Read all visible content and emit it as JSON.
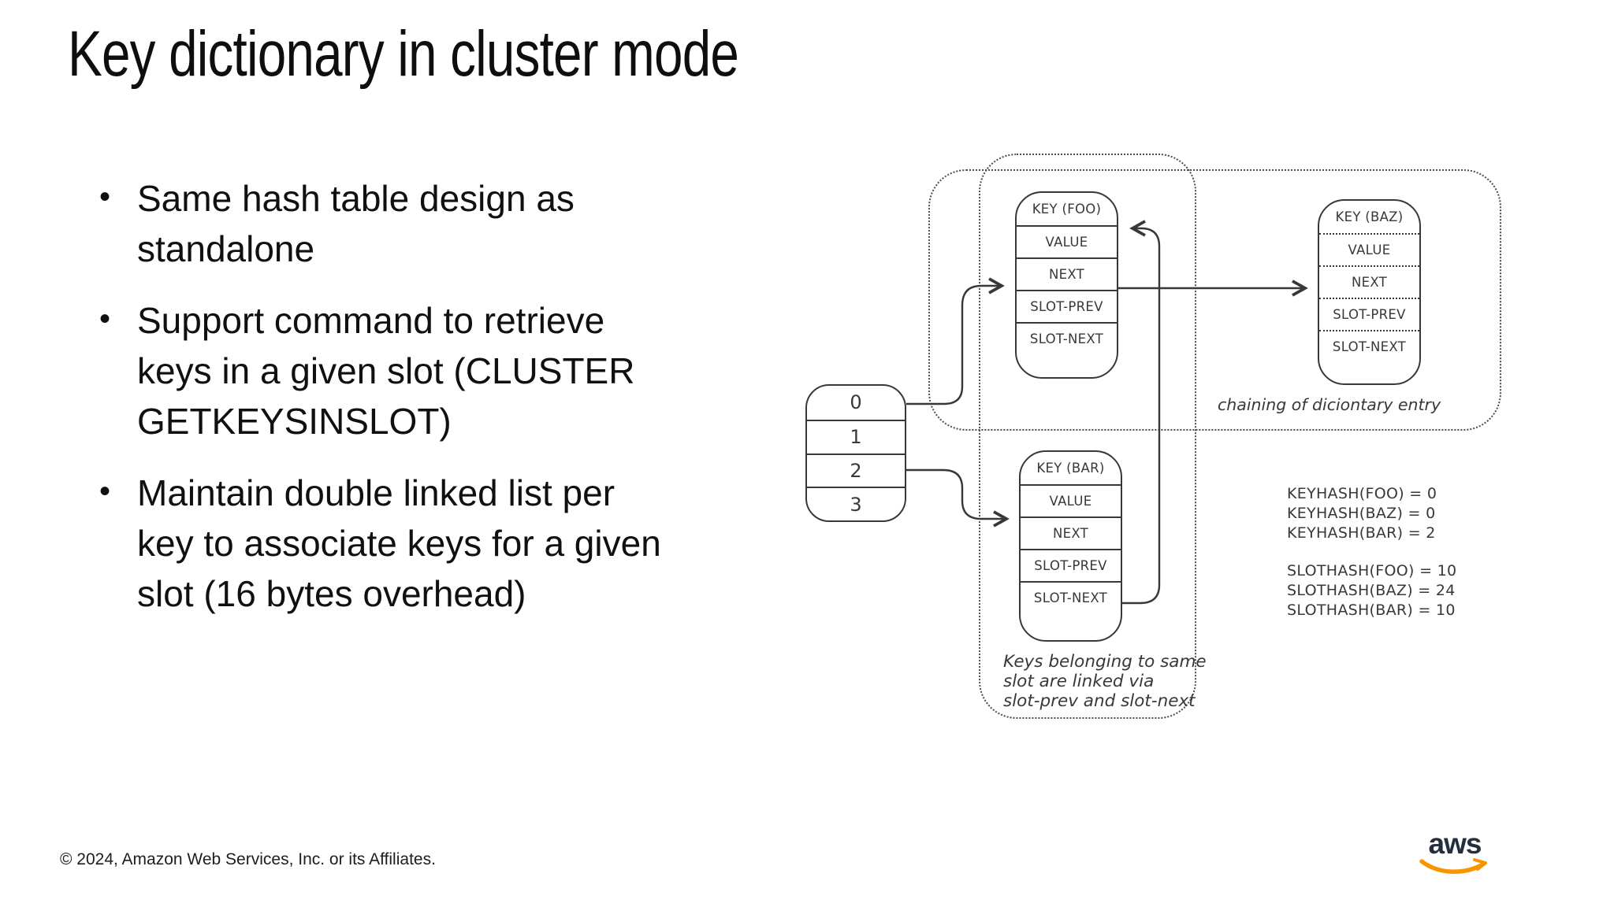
{
  "slide": {
    "title": "Key dictionary in cluster mode",
    "bullets": [
      {
        "lines": [
          "Same hash table design as",
          "standalone"
        ]
      },
      {
        "lines": [
          "Support command to retrieve",
          "keys in a given slot (CLUSTER",
          "GETKEYSINSLOT)"
        ]
      },
      {
        "lines": [
          "Maintain double linked list per",
          "key to associate keys for a given",
          "slot (16 bytes overhead)"
        ]
      }
    ],
    "footer": "© 2024, Amazon Web Services, Inc. or its Affiliates.",
    "logo_text": "aws"
  },
  "diagram": {
    "slot_table": {
      "rows": [
        "0",
        "1",
        "2",
        "3"
      ]
    },
    "entries": [
      {
        "id": "foo",
        "rows": [
          "KEY (FOO)",
          "VALUE",
          "NEXT",
          "SLOT-PREV",
          "SLOT-NEXT"
        ]
      },
      {
        "id": "baz",
        "rows": [
          "KEY (BAZ)",
          "VALUE",
          "NEXT",
          "SLOT-PREV",
          "SLOT-NEXT"
        ]
      },
      {
        "id": "bar",
        "rows": [
          "KEY (BAR)",
          "VALUE",
          "NEXT",
          "SLOT-PREV",
          "SLOT-NEXT"
        ]
      }
    ],
    "captions": {
      "chaining": "chaining of diciontary entry",
      "slot_link_lines": [
        "Keys belonging to same",
        "slot are linked via",
        "slot-prev and slot-next"
      ]
    },
    "key_hashes": [
      "KEYHASH(FOO) = 0",
      "KEYHASH(BAZ) = 0",
      "KEYHASH(BAR) = 2"
    ],
    "slot_hashes": [
      "SLOTHASH(FOO) = 10",
      "SLOTHASH(BAZ) = 24",
      "SLOTHASH(BAR) = 10"
    ]
  },
  "colors": {
    "ink": "#383838",
    "text": "#111111",
    "accent": "#f79400",
    "logo": "#232f3e"
  }
}
